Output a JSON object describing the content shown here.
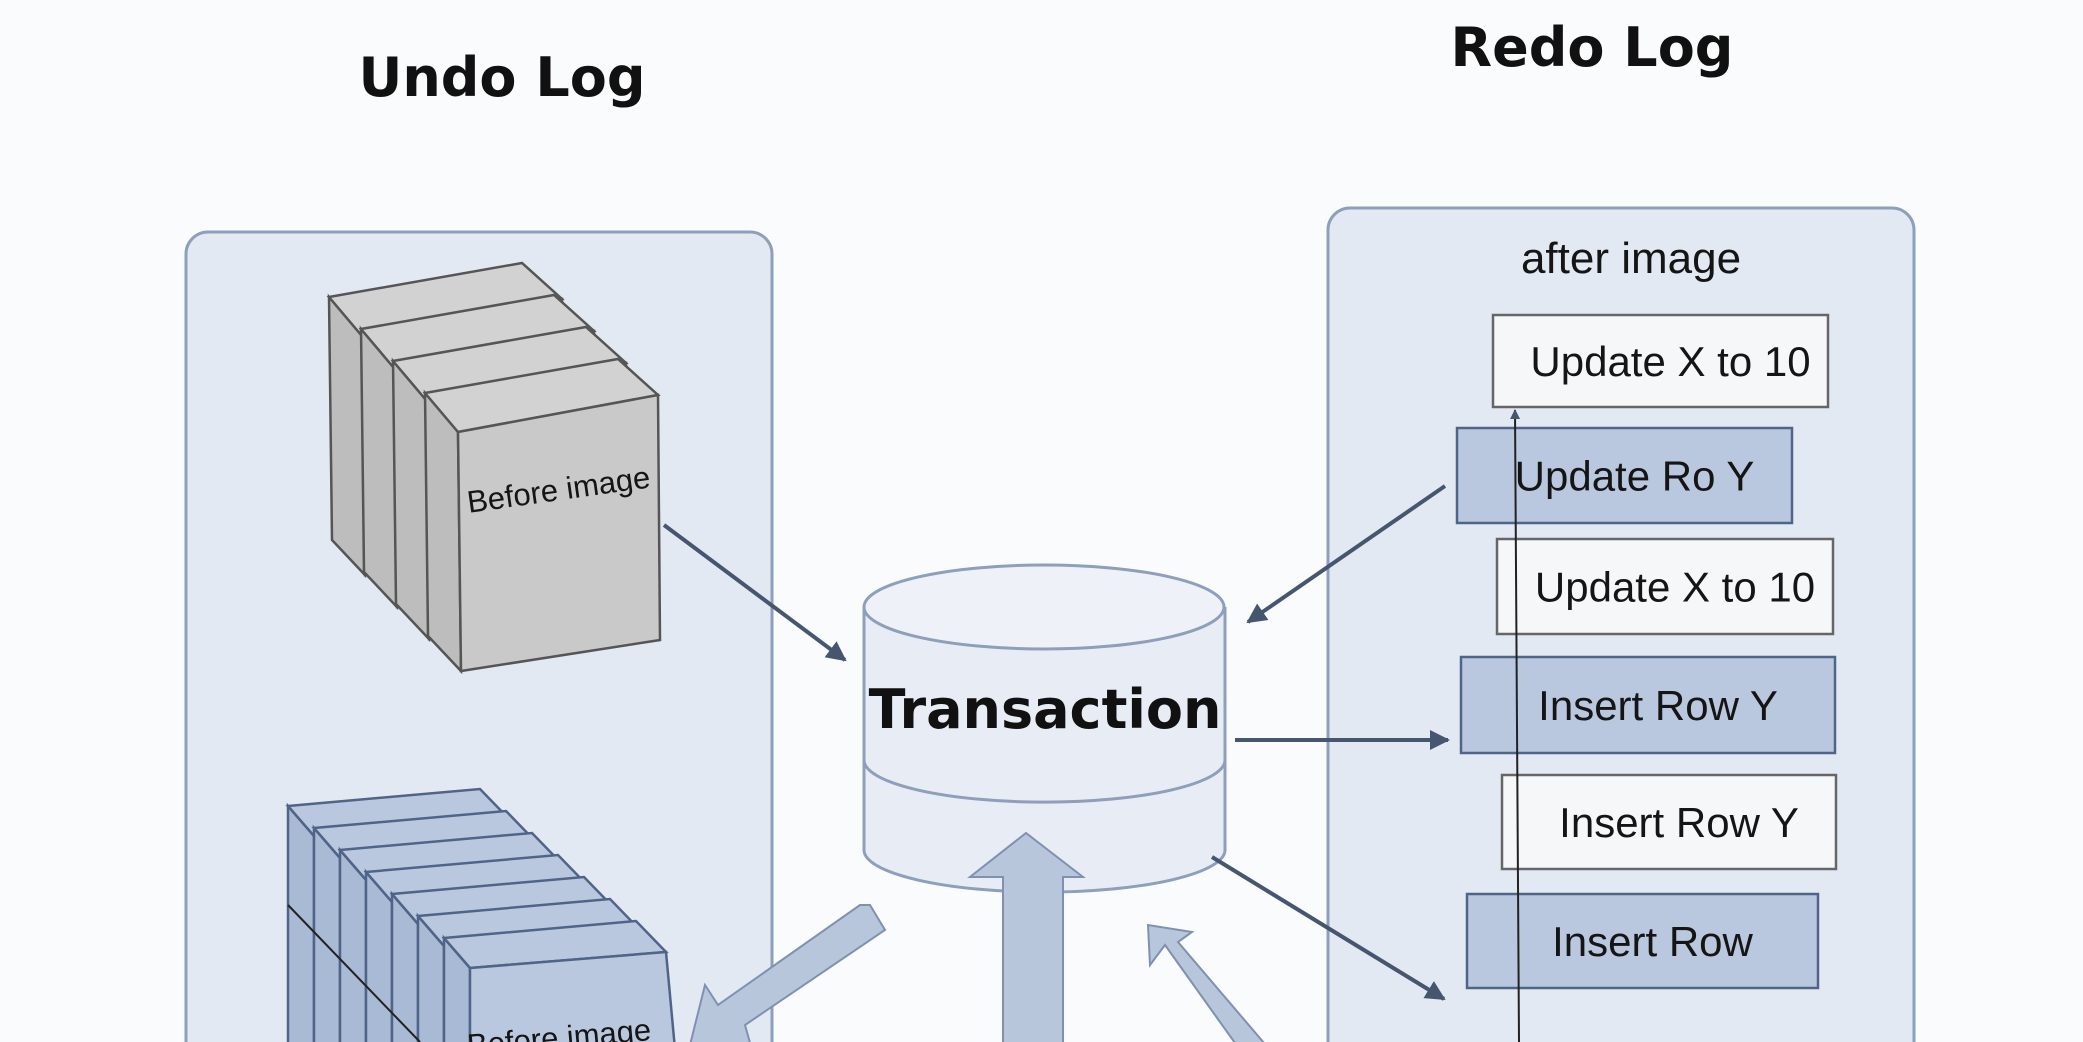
{
  "titles": {
    "undo": "Undo Log",
    "redo": "Redo Log"
  },
  "undo": {
    "top_stack_label": "Before image",
    "bottom_stack_label": "Before image"
  },
  "center": {
    "label": "Transaction"
  },
  "redo": {
    "header": "after image",
    "entries": [
      {
        "label": "Update X to 10",
        "style": "white"
      },
      {
        "label": "Update Ro Y",
        "style": "blue"
      },
      {
        "label": "Update X to 10",
        "style": "white"
      },
      {
        "label": "Insert Row Y",
        "style": "blue"
      },
      {
        "label": "Insert Row Y",
        "style": "white"
      },
      {
        "label": "Insert Row",
        "style": "blue"
      }
    ]
  },
  "colors": {
    "panel_fill": "#e3e9f3",
    "panel_border": "#8d9fbb",
    "blue_fill": "#b9c8de",
    "blue_border": "#4f6488",
    "white_fill": "#f6f7f8",
    "gray_fill": "#c9c9c9",
    "arrow_dark": "#46566f",
    "arrow_hollow": "#b8c6dc"
  }
}
